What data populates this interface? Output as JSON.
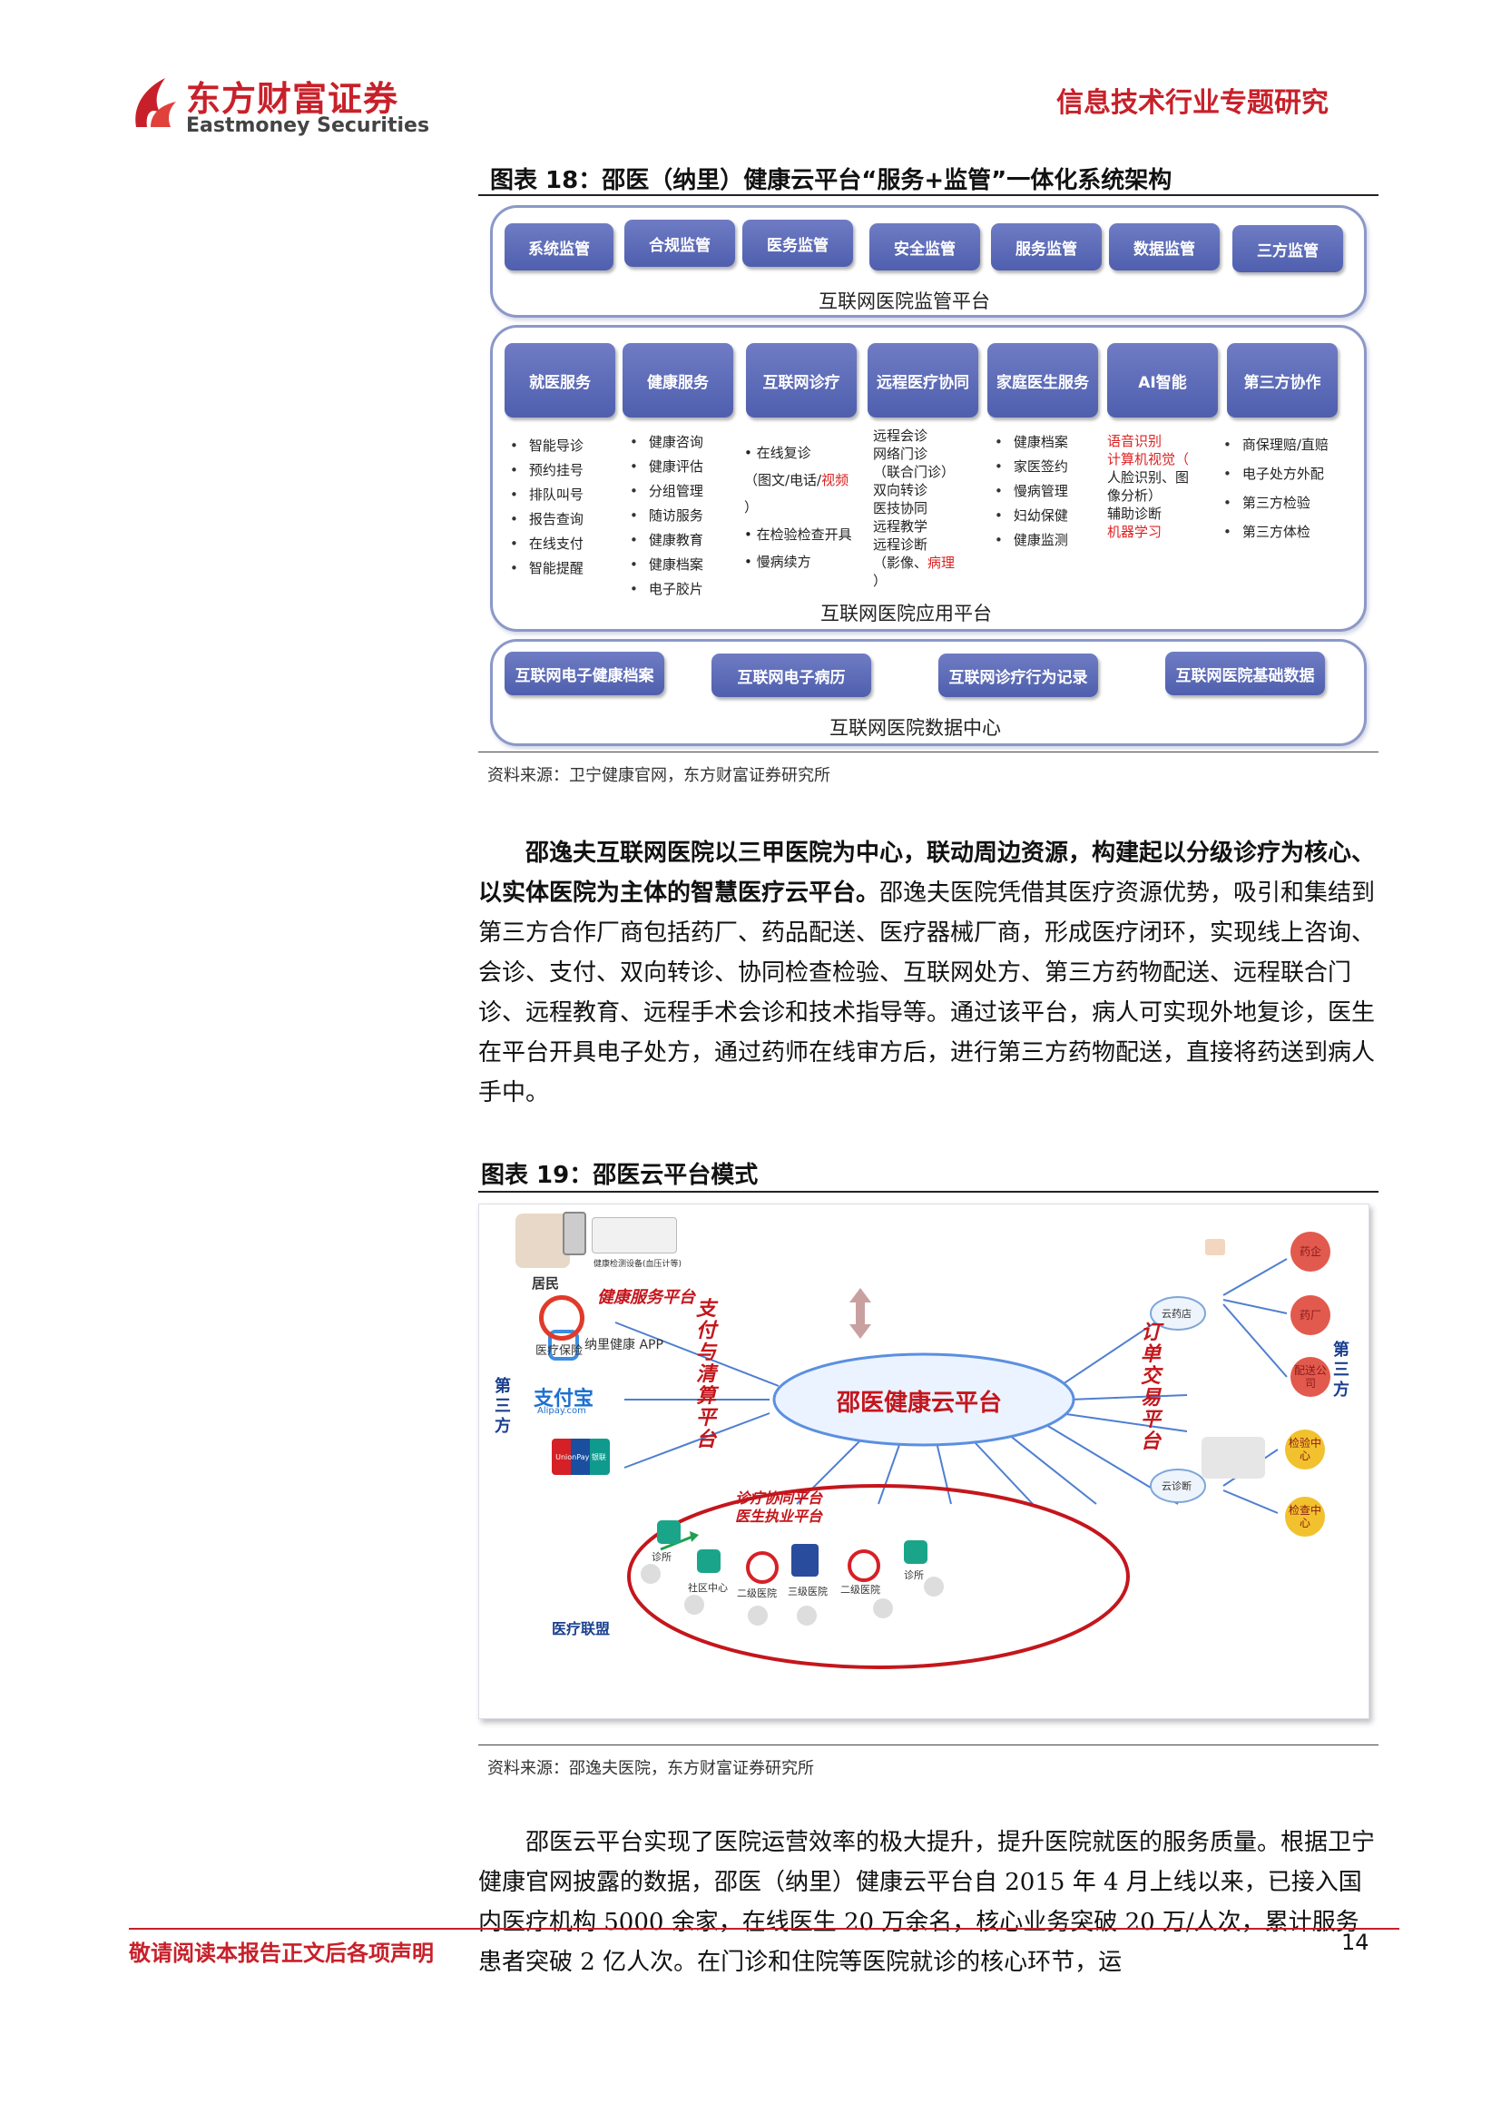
{
  "header": {
    "brand_cn": "东方财富证券",
    "brand_en": "Eastmoney Securities",
    "report_type": "信息技术行业专题研究"
  },
  "figure18": {
    "title": "图表 18：邵医（纳里）健康云平台“服务+监管”一体化系统架构",
    "supervision_buttons": [
      "系统监管",
      "合规监管",
      "医务监管",
      "安全监管",
      "服务监管",
      "数据监管",
      "三方监管"
    ],
    "supervision_label": "互联网医院监管平台",
    "app_columns": [
      {
        "header": "就医服务",
        "items": [
          "智能导诊",
          "预约挂号",
          "排队叫号",
          "报告查询",
          "在线支付",
          "智能提醒"
        ]
      },
      {
        "header": "健康服务",
        "items": [
          "健康咨询",
          "健康评估",
          "分组管理",
          "随访服务",
          "健康教育",
          "健康档案",
          "电子胶片"
        ]
      },
      {
        "header": "互联网诊疗",
        "lines": [
          "•  在线复诊",
          "（图文/电话/",
          "视频",
          "）",
          "•  在检验检查开具",
          "•  慢病续方"
        ]
      },
      {
        "header": "远程医疗协同",
        "lines": [
          "远程会诊",
          "网络门诊",
          "（联合门诊）",
          "双向转诊",
          "医技协同",
          "远程教学",
          "远程诊断",
          "（影像、",
          "病理",
          "）"
        ]
      },
      {
        "header": "家庭医生服务",
        "items": [
          "健康档案",
          "家医签约",
          "慢病管理",
          "妇幼保健",
          "健康监测"
        ]
      },
      {
        "header": "AI智能",
        "lines": [
          "语音识别",
          "计算机视觉（",
          "人脸识别、图",
          "像分析）",
          "辅助诊断",
          "机器学习"
        ]
      },
      {
        "header": "第三方协作",
        "items": [
          "商保理赔/直赔",
          "电子处方外配",
          "第三方检验",
          "第三方体检"
        ]
      }
    ],
    "application_label": "互联网医院应用平台",
    "data_buttons": [
      "互联网电子健康档案",
      "互联网电子病历",
      "互联网诊疗行为记录",
      "互联网医院基础数据"
    ],
    "data_label": "互联网医院数据中心",
    "source": "资料来源：卫宁健康官网，东方财富证券研究所"
  },
  "paragraph1": {
    "bold": "邵逸夫互联网医院以三甲医院为中心，联动周边资源，构建起以分级诊疗为核心、以实体医院为主体的智慧医疗云平台。",
    "text": "邵逸夫医院凭借其医疗资源优势，吸引和集结到第三方合作厂商包括药厂、药品配送、医疗器械厂商，形成医疗闭环，实现线上咨询、会诊、支付、双向转诊、协同检查检验、互联网处方、第三方药物配送、远程联合门诊、远程教育、远程手术会诊和技术指导等。通过该平台，病人可实现外地复诊，医生在平台开具电子处方，通过药师在线审方后，进行第三方药物配送，直接将药送到病人手中。"
  },
  "figure19": {
    "title": "图表 19：邵医云平台模式",
    "resident": "居民",
    "device_caption": "健康检测设备(血压计等)",
    "health_platform": "健康服务平台",
    "app_name": "纳里健康 APP",
    "cloud": "邵医健康云平台",
    "third_party_left": "第三方",
    "third_party_right": "第三方",
    "payment_platform": "支付与清算平台",
    "order_platform": "订单交易平台",
    "payments": [
      "医疗保险",
      "支付宝",
      "Alipay.com",
      "UnionPay 银联"
    ],
    "cloud_pharmacy": "云药店",
    "cloud_diagnosis": "云诊断",
    "red_circles": [
      "药企",
      "药厂",
      "配送公司"
    ],
    "yellow_circles": [
      "检验中心",
      "检查中心"
    ],
    "collab_platform": [
      "诊疗协同平台",
      "医生执业平台"
    ],
    "alliance": "医疗联盟",
    "facilities": [
      "诊所",
      "社区中心",
      "二级医院",
      "三级医院",
      "二级医院",
      "诊所"
    ],
    "source": "资料来源：邵逸夫医院，东方财富证券研究所"
  },
  "paragraph2": {
    "text": "邵医云平台实现了医院运营效率的极大提升，提升医院就医的服务质量。根据卫宁健康官网披露的数据，邵医（纳里）健康云平台自 2015 年 4 月上线以来，已接入国内医疗机构 5000 余家，在线医生 20 万余名，核心业务突破 20 万/人次，累计服务患者突破 2 亿人次。在门诊和住院等医院就诊的核心环节，运"
  },
  "footer": {
    "disclaimer": "敬请阅读本报告正文后各项声明",
    "page": "14"
  },
  "colors": {
    "brand_red": "#c8202a",
    "button_blue": "#5a68b6",
    "panel_border": "#8b98c8"
  }
}
